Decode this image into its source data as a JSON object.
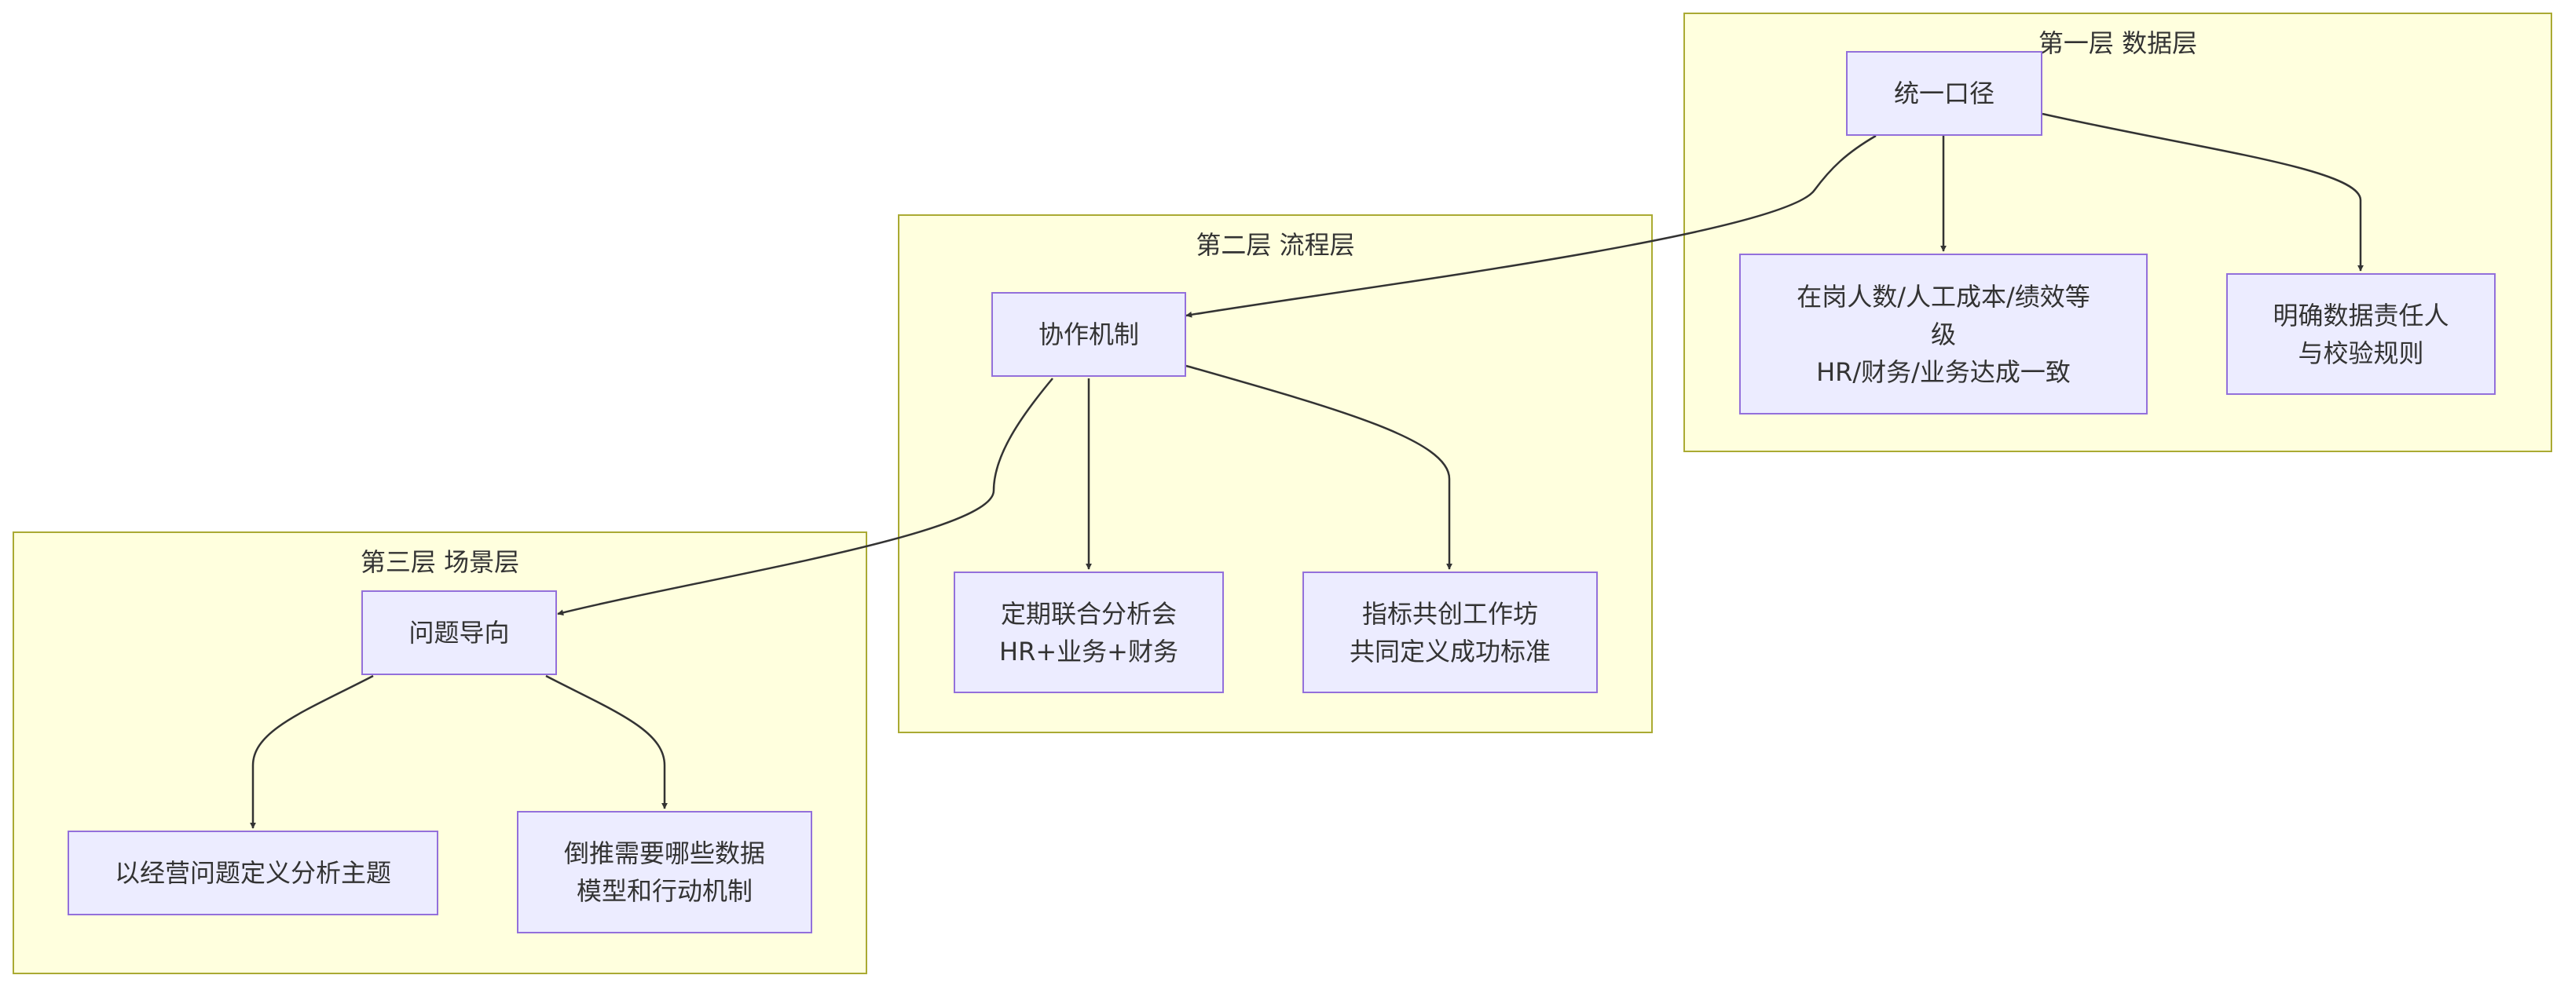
{
  "clusters": {
    "layer1": {
      "title": "第一层 数据层"
    },
    "layer2": {
      "title": "第二层 流程层"
    },
    "layer3": {
      "title": "第三层 场景层"
    }
  },
  "nodes": {
    "unified_caliber": {
      "lines": [
        "统一口径"
      ]
    },
    "headcount_cost": {
      "lines": [
        "在岗人数/人工成本/绩效等",
        "级",
        "HR/财务/业务达成一致"
      ]
    },
    "data_owner": {
      "lines": [
        "明确数据责任人",
        "与校验规则"
      ]
    },
    "collab_mechanism": {
      "lines": [
        "协作机制"
      ]
    },
    "joint_meeting": {
      "lines": [
        "定期联合分析会",
        "HR+业务+财务"
      ]
    },
    "metric_workshop": {
      "lines": [
        "指标共创工作坊",
        "共同定义成功标准"
      ]
    },
    "problem_oriented": {
      "lines": [
        "问题导向"
      ]
    },
    "business_topics": {
      "lines": [
        "以经营问题定义分析主题"
      ]
    },
    "backward_data": {
      "lines": [
        "倒推需要哪些数据",
        "模型和行动机制"
      ]
    }
  },
  "colors": {
    "cluster_fill": "#ffffde",
    "cluster_border": "#aaaa33",
    "node_fill": "#ececff",
    "node_border": "#9370db",
    "text": "#333333",
    "edge": "#333333"
  }
}
